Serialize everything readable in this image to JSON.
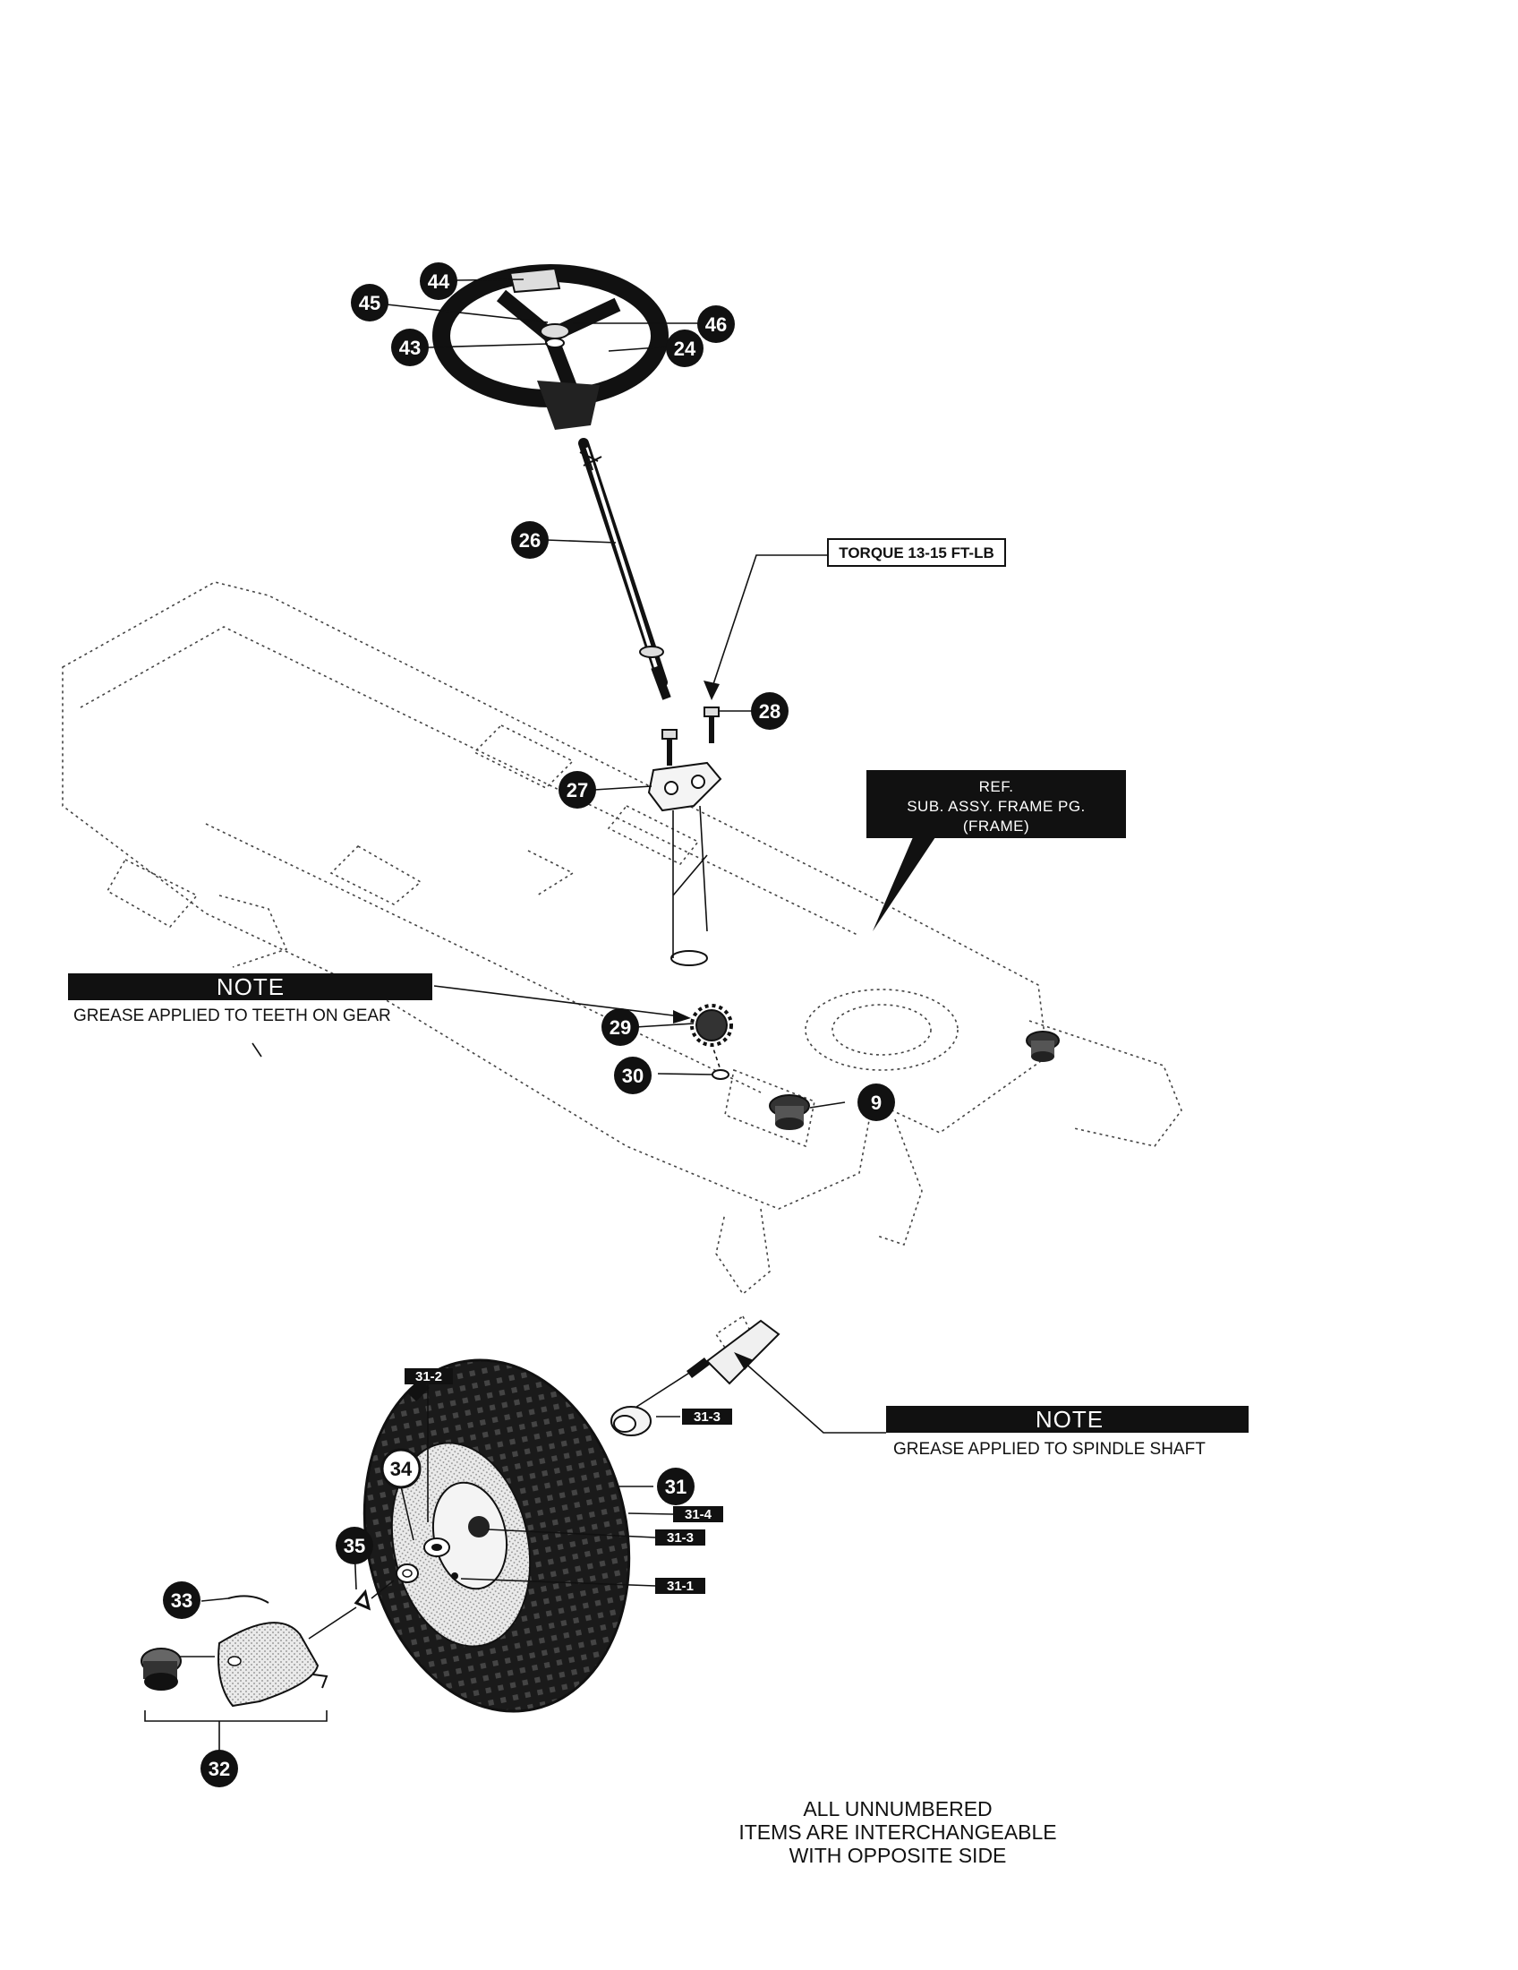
{
  "callouts": [
    "44",
    "45",
    "46",
    "43",
    "24",
    "26",
    "28",
    "27",
    "29",
    "30",
    "9",
    "31",
    "34",
    "35",
    "33",
    "32"
  ],
  "tags": [
    "31-2",
    "31-3",
    "31-4",
    "31-3",
    "31-1"
  ],
  "torque_label": "TORQUE 13-15 FT-LB",
  "ref_box": {
    "line1": "REF.",
    "line2": "SUB. ASSY. FRAME PG.",
    "line3": "(FRAME)"
  },
  "note_gear": {
    "title": "NOTE",
    "text": "GREASE APPLIED TO TEETH ON GEAR"
  },
  "note_spindle": {
    "title": "NOTE",
    "text": "GREASE APPLIED TO SPINDLE SHAFT"
  },
  "footer": {
    "line1": "ALL UNNUMBERED",
    "line2": "ITEMS ARE INTERCHANGEABLE",
    "line3": "WITH OPPOSITE SIDE"
  }
}
